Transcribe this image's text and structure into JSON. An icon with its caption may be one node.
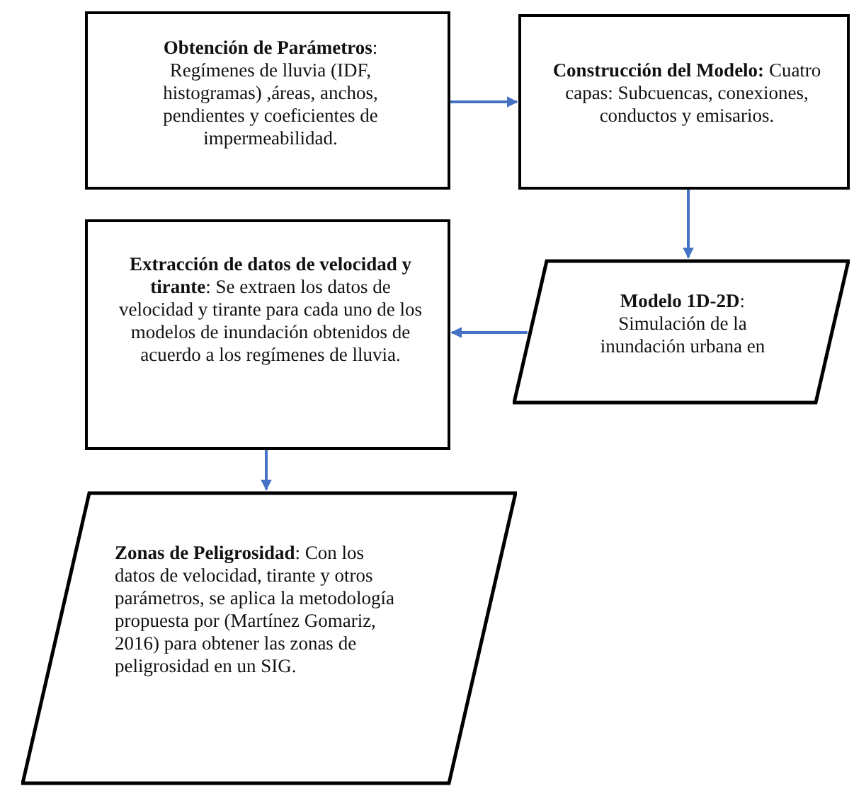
{
  "diagram": {
    "nodes": [
      {
        "text": [
          "**Obtención de Parámetros**: Regímenes de lluvia (IDF, histogramas) ,áreas, anchos, pendientes y coeficientes de impermeabilidad."
        ]
      },
      {
        "text": [
          "**Construcción del Modelo:** Cuatro capas: Subcuencas, conexiones, conductos y emisarios."
        ]
      },
      {
        "text": [
          "**Extracción de datos de velocidad y tirante**: Se extraen los datos de velocidad y tirante para cada uno de los modelos de inundación obtenidos de acuerdo a los regímenes de lluvia."
        ]
      },
      {
        "text": [
          "**Modelo 1D-2D**: Simulación de la inundación urbana en"
        ]
      },
      {
        "text": [
          "**Zonas de Peligrosidad**: Con los datos de velocidad, tirante y otros parámetros, se aplica la metodología propuesta por (Martínez Gomariz, 2016) para obtener las zonas de peligrosidad en un SIG."
        ]
      }
    ],
    "edges": [
      {
        "from": 0,
        "to": 1,
        "arrow": "to"
      },
      {
        "from": 1,
        "to": 3,
        "arrow": "to"
      },
      {
        "from": 3,
        "to": 2,
        "arrow": "to"
      },
      {
        "from": 2,
        "to": 4,
        "arrow": "to"
      }
    ]
  }
}
